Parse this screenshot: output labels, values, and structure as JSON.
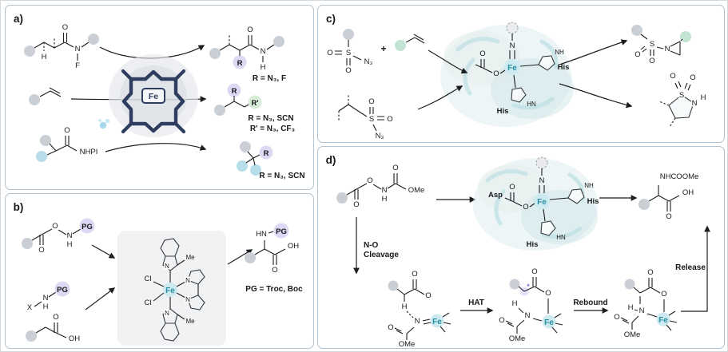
{
  "colors": {
    "gray_ball": "#c9cfd5",
    "blue_ball": "#b7dde9",
    "green_ball": "#c3e4d2",
    "lavender": "#ddd8f3",
    "green_hl": "#d9ecd7",
    "navy": "#2e3d5f",
    "teal": "#2b8fa4",
    "teal_bg": "#cdeaf0",
    "panel_border": "#b3c3cf"
  },
  "labels": {
    "a": "a)",
    "b": "b)",
    "c": "c)",
    "d": "d)"
  },
  "atoms": {
    "O": "O",
    "N": "N",
    "H": "H",
    "F": "F",
    "S": "S",
    "X": "X",
    "Cl": "Cl",
    "Fe": "Fe",
    "Me": "Me",
    "OMe": "OMe",
    "OH": "OH",
    "NH": "NH",
    "HN": "HN",
    "N3": "N₃",
    "PG": "PG",
    "R": "R",
    "Rp": "R'",
    "NHPI": "NHPI",
    "Asp": "Asp",
    "His": "His",
    "NHCOOMe": "NHCOOMe",
    "plus": "+",
    "radical": "*"
  },
  "panel_a": {
    "notes": {
      "top": "R = N₃, F",
      "mid1": "R = N₃, SCN",
      "mid2": "R' = N₃, CF₃",
      "bottom": "R = N₃, SCN"
    }
  },
  "panel_b": {
    "note": "PG = Troc,  Boc"
  },
  "panel_d": {
    "steps": {
      "cleavage1": "N-O",
      "cleavage2": "Cleavage",
      "hat": "HAT",
      "rebound": "Rebound",
      "release": "Release"
    }
  }
}
